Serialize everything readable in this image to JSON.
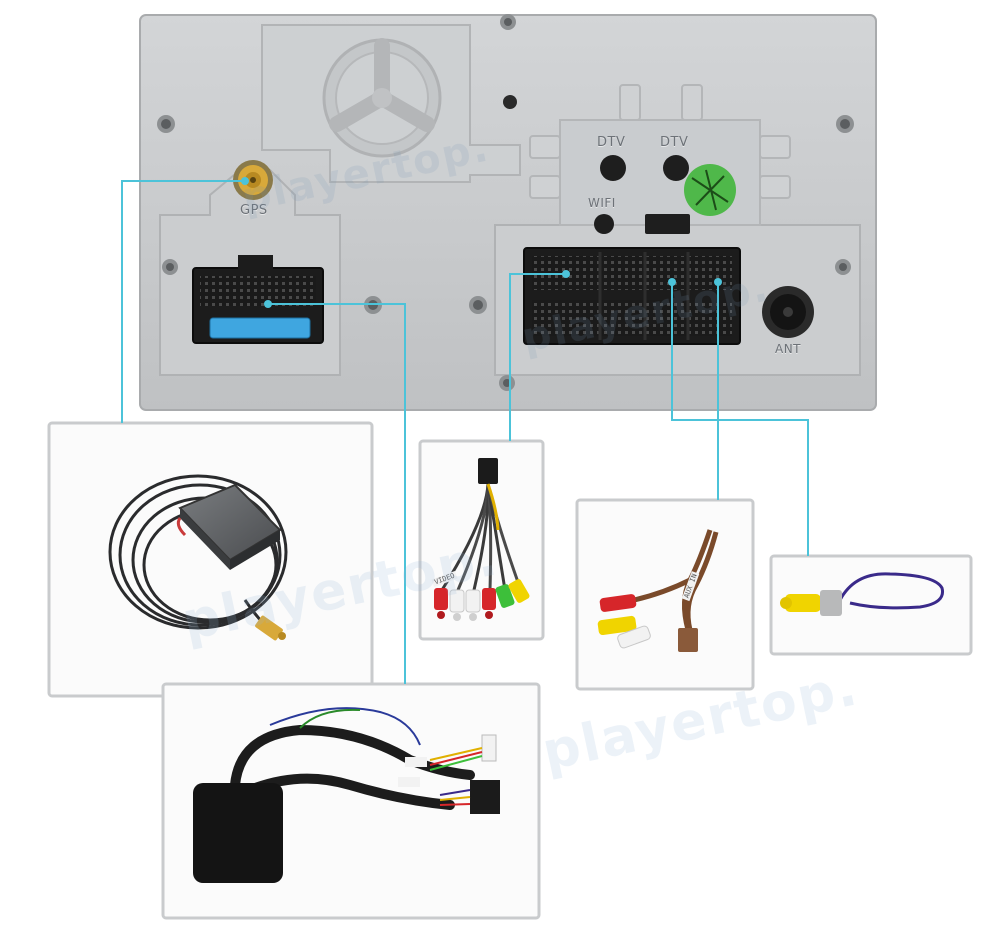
{
  "head_unit": {
    "port_labels": {
      "gps": "GPS",
      "dtv_left": "DTV",
      "dtv_right": "DTV",
      "wifi": "WIFI",
      "ant": "ANT"
    }
  },
  "watermark": {
    "text": "playertop."
  },
  "cable_labels": {
    "rca_video": "VIDEO",
    "rca_audio": "AUX IN"
  },
  "colors": {
    "leader_line": "#4cc3d9",
    "panel_border": "#c9cbcd",
    "chassis": "#c7c9cb",
    "gps_connector": "#d8a93a",
    "fuse": "#3fa6e0",
    "rca_red": "#d6262a",
    "rca_yellow": "#f0d400",
    "rca_white": "#f2f2f2",
    "rca_green": "#3dbf3a",
    "brown_cable": "#7a4a2a",
    "purple_cable": "#3a2a8a"
  }
}
